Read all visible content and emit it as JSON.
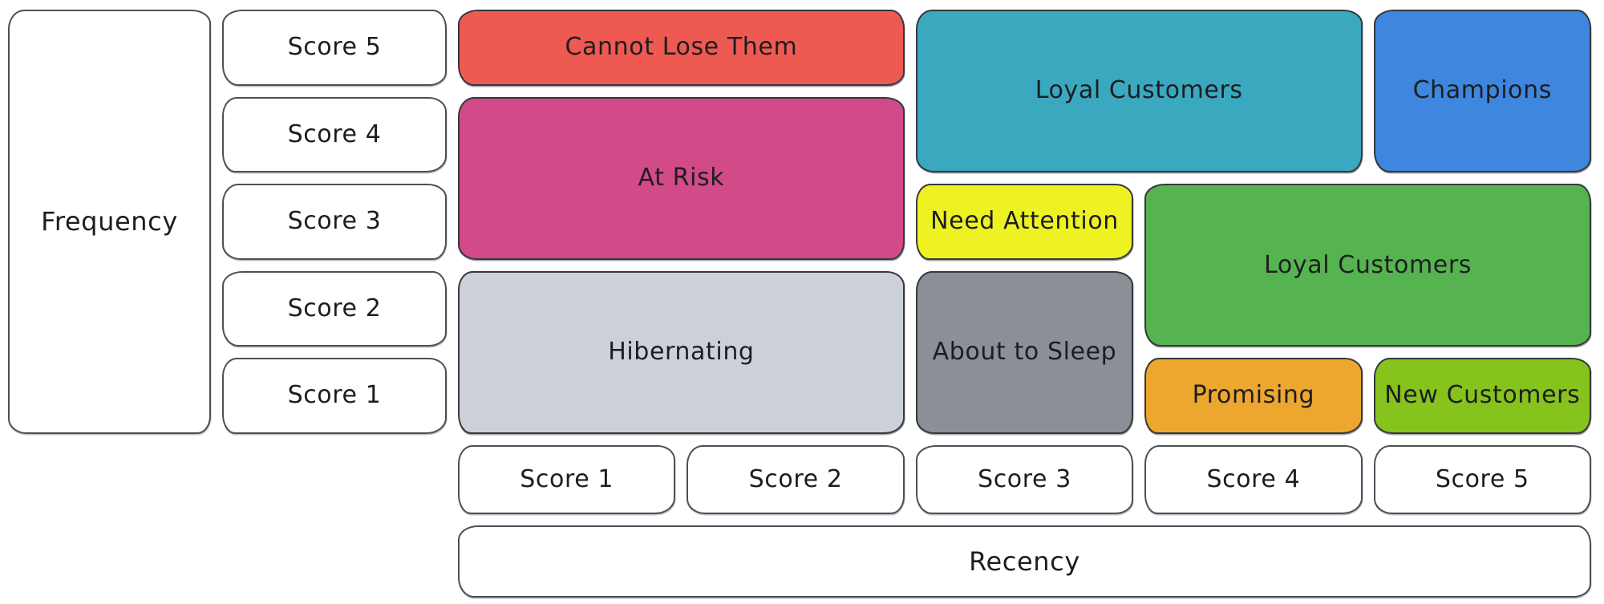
{
  "diagram": {
    "type": "rfm-customer-segmentation-matrix",
    "y_axis": {
      "label": "Frequency",
      "scores": [
        "Score 5",
        "Score 4",
        "Score 3",
        "Score 2",
        "Score 1"
      ]
    },
    "x_axis": {
      "label": "Recency",
      "scores": [
        "Score 1",
        "Score 2",
        "Score 3",
        "Score 4",
        "Score 5"
      ]
    },
    "segments": [
      {
        "name": "Cannot Lose Them",
        "color": "#ee5a52",
        "recency": [
          1,
          2
        ],
        "frequency": [
          5,
          5
        ]
      },
      {
        "name": "At Risk",
        "color": "#d24a87",
        "recency": [
          1,
          2
        ],
        "frequency": [
          3,
          4
        ]
      },
      {
        "name": "Hibernating",
        "color": "#ccd1d9",
        "recency": [
          1,
          2
        ],
        "frequency": [
          1,
          2
        ]
      },
      {
        "name": "Loyal Customers",
        "color": "#3aa8bf",
        "recency": [
          3,
          4
        ],
        "frequency": [
          4,
          5
        ]
      },
      {
        "name": "Champions",
        "color": "#3f86de",
        "recency": [
          5,
          5
        ],
        "frequency": [
          4,
          5
        ]
      },
      {
        "name": "Need Attention",
        "color": "#eef222",
        "recency": [
          3,
          3
        ],
        "frequency": [
          3,
          3
        ]
      },
      {
        "name": "About to Sleep",
        "color": "#8a9096",
        "recency": [
          3,
          3
        ],
        "frequency": [
          1,
          2
        ]
      },
      {
        "name": "Loyal Customers",
        "color": "#55b44f",
        "recency": [
          4,
          5
        ],
        "frequency": [
          2,
          3
        ]
      },
      {
        "name": "Promising",
        "color": "#eda72f",
        "recency": [
          4,
          4
        ],
        "frequency": [
          1,
          1
        ]
      },
      {
        "name": "New Customers",
        "color": "#86c31d",
        "recency": [
          5,
          5
        ],
        "frequency": [
          1,
          1
        ]
      }
    ]
  }
}
